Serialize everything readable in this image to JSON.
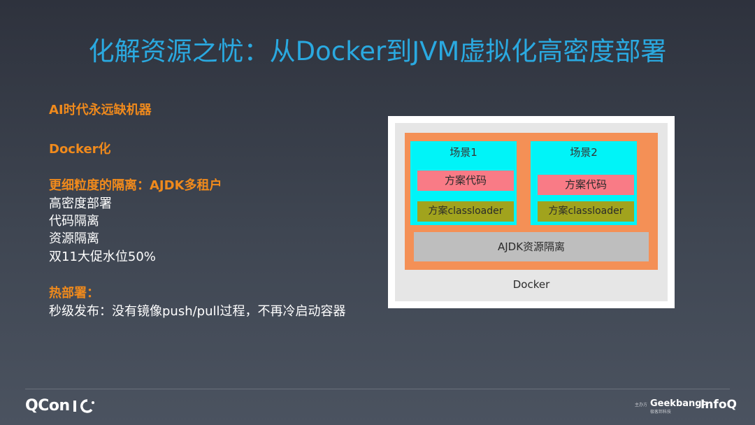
{
  "slide": {
    "title": "化解资源之忧：从Docker到JVM虚拟化高密度部署"
  },
  "content": {
    "lines": [
      {
        "text": "AI时代永远缺机器",
        "style": "orange"
      },
      {
        "text": "Docker化",
        "style": "orange"
      },
      {
        "text": "更细粒度的隔离：AJDK多租户",
        "style": "orange"
      },
      {
        "text": "高密度部署",
        "style": "white"
      },
      {
        "text": "代码隔离",
        "style": "white"
      },
      {
        "text": "资源隔离",
        "style": "white"
      },
      {
        "text": "双11大促水位50%",
        "style": "white"
      },
      {
        "text": "热部署：",
        "style": "orange"
      },
      {
        "text": "秒级发布：没有镜像push/pull过程，不再冷启动容器",
        "style": "white"
      }
    ]
  },
  "diagram": {
    "scenes": [
      {
        "title": "场景1",
        "code": "方案代码",
        "loader": "方案classloader"
      },
      {
        "title": "场景2",
        "code": "方案代码",
        "loader": "方案classloader"
      }
    ],
    "ajdk": "AJDK资源隔离",
    "docker": "Docker"
  },
  "footer": {
    "brand": "QCon",
    "sponsor_label": "主办方",
    "geekbang": "Geekbang>.",
    "geekbang_sub": "极客邦科技",
    "infoq": "InfoQ"
  },
  "colors": {
    "title": "#2aa9e0",
    "orange": "#f08a1c",
    "docker_box": "#f49056",
    "scene_box": "#00f4f8",
    "code_box": "#f97b86",
    "loader_box": "#a1a31d",
    "ajdk_box": "#bebebe"
  }
}
